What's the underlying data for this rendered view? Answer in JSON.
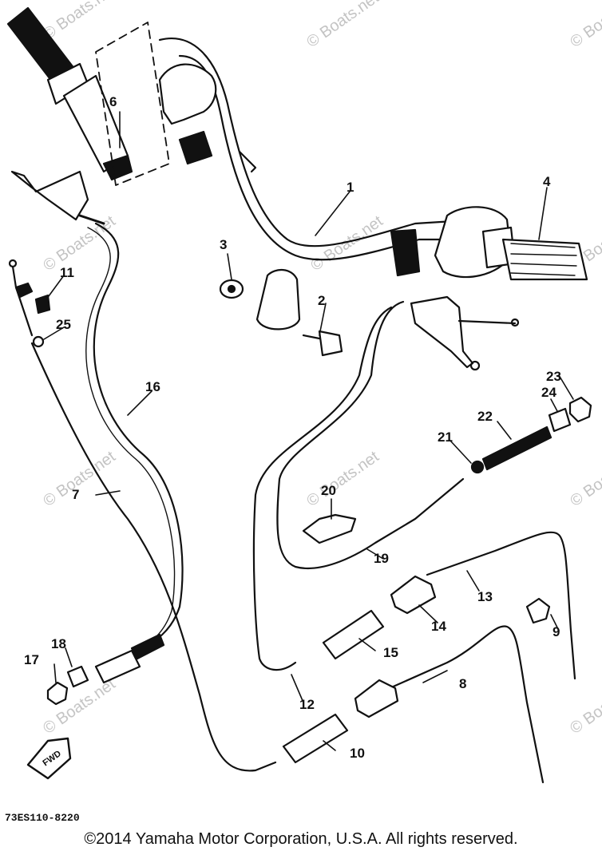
{
  "diagram": {
    "diagram_code": "73ES110-8220",
    "copyright": "©2014 Yamaha Motor Corporation, U.S.A. All rights reserved.",
    "watermark": "© Boats.net",
    "fwd_label": "FWD",
    "part_labels": [
      "1",
      "2",
      "3",
      "4",
      "6",
      "7",
      "8",
      "9",
      "10",
      "11",
      "12",
      "13",
      "14",
      "15",
      "16",
      "17",
      "18",
      "19",
      "20",
      "21",
      "22",
      "23",
      "24",
      "25"
    ]
  }
}
